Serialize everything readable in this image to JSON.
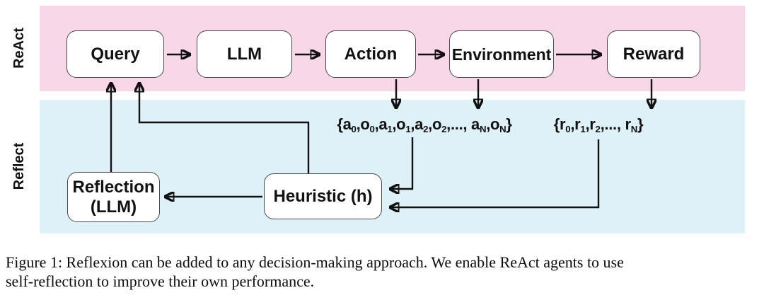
{
  "figure": {
    "react_band": {
      "label": "ReAct",
      "color": "#f8d7e9"
    },
    "reflect_band": {
      "label": "Reflect",
      "color": "#def1f8"
    },
    "nodes": {
      "query": "Query",
      "llm": "LLM",
      "action": "Action",
      "environment": "Environment",
      "reward": "Reward",
      "reflection": {
        "line1": "Reflection",
        "line2": "(LLM)"
      },
      "heuristic": "Heuristic (h)"
    },
    "annotations": {
      "trajectory": "{a_0,o_0,a_1,o_1,a_2,o_2,..., a_N,o_N}",
      "rewards": "{r_0,r_1,r_2,..., r_N}"
    }
  },
  "caption": {
    "line1": "Figure 1: Reflexion can be added to any decision-making approach. We enable ReAct agents to use",
    "line2": "self-reflection to improve their own performance."
  }
}
